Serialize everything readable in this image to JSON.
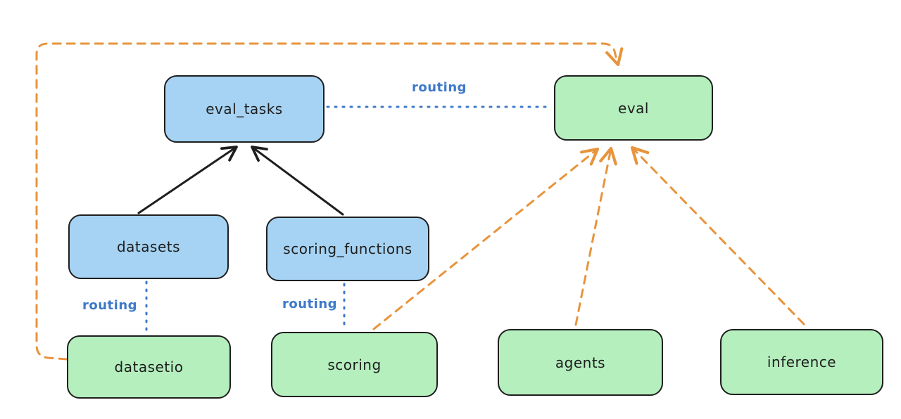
{
  "diagram": {
    "nodes": [
      {
        "id": "eval_tasks",
        "label": "eval_tasks",
        "color": "blue"
      },
      {
        "id": "eval",
        "label": "eval",
        "color": "green"
      },
      {
        "id": "datasets",
        "label": "datasets",
        "color": "blue"
      },
      {
        "id": "scoring_functions",
        "label": "scoring_functions",
        "color": "blue"
      },
      {
        "id": "datasetio",
        "label": "datasetio",
        "color": "green"
      },
      {
        "id": "scoring",
        "label": "scoring",
        "color": "green"
      },
      {
        "id": "agents",
        "label": "agents",
        "color": "green"
      },
      {
        "id": "inference",
        "label": "inference",
        "color": "green"
      }
    ],
    "edges": [
      {
        "from": "datasets",
        "to": "eval_tasks",
        "type": "solid_arrow",
        "label": ""
      },
      {
        "from": "scoring_functions",
        "to": "eval_tasks",
        "type": "solid_arrow",
        "label": ""
      },
      {
        "from": "eval_tasks",
        "to": "eval",
        "type": "dotted",
        "label": "routing"
      },
      {
        "from": "datasets",
        "to": "datasetio",
        "type": "dotted",
        "label": "routing"
      },
      {
        "from": "scoring_functions",
        "to": "scoring",
        "type": "dotted",
        "label": "routing"
      },
      {
        "from": "datasetio",
        "to": "eval",
        "type": "dashed_arrow",
        "label": ""
      },
      {
        "from": "scoring",
        "to": "eval",
        "type": "dashed_arrow",
        "label": ""
      },
      {
        "from": "agents",
        "to": "eval",
        "type": "dashed_arrow",
        "label": ""
      },
      {
        "from": "inference",
        "to": "eval",
        "type": "dashed_arrow",
        "label": ""
      }
    ],
    "colors": {
      "node_blue_fill": "#a6d3f3",
      "node_green_fill": "#b5efbe",
      "node_stroke": "#1e1e1e",
      "routing_blue": "#3d79c9",
      "dashed_orange": "#e8943d",
      "background": "#ffffff"
    }
  }
}
